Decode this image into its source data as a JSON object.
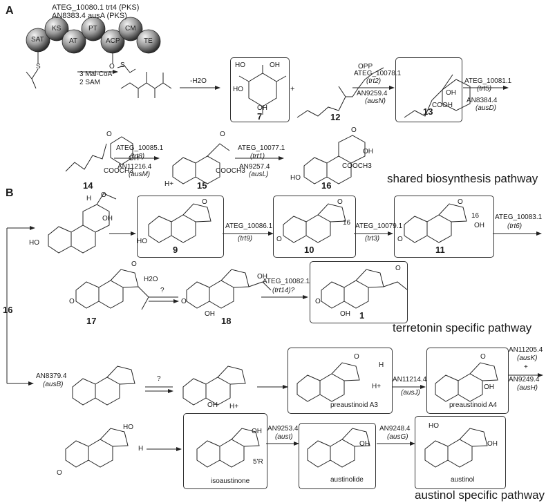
{
  "panels": {
    "a": "A",
    "b": "B"
  },
  "pks": {
    "gene_line1": "ATEG_10080.1 trt4 (PKS)",
    "gene_line2": "AN8383.4 ausA (PKS)",
    "domains": [
      "SAT",
      "KS",
      "AT",
      "PT",
      "ACP",
      "CM",
      "TE"
    ],
    "reagents": [
      "3 Mal-CoA",
      "2 SAM"
    ]
  },
  "steps": {
    "dehydration": "-H2O",
    "plus": "+",
    "opp": "OPP",
    "trt2": [
      "ATEG_10078.1",
      "(trt2)",
      "AN9259.4",
      "(ausN)"
    ],
    "trt5": [
      "ATEG_10081.1",
      "(trt5)",
      "AN8384.4",
      "(ausD)"
    ],
    "trt8": [
      "ATEG_10085.1",
      "(trt8)",
      "AN11216.4",
      "(ausM)"
    ],
    "trt1": [
      "ATEG_10077.1",
      "(trt1)",
      "AN9257.4",
      "(ausL)"
    ],
    "trt9": [
      "ATEG_10086.1",
      "(trt9)"
    ],
    "trt3": [
      "ATEG_10079.1",
      "(trt3)"
    ],
    "trt6": [
      "ATEG_10083.1",
      "(trt6)"
    ],
    "trt14": [
      "ATEG_10082.1",
      "(trt14)?"
    ],
    "ausB": [
      "AN8379.4",
      "(ausB)"
    ],
    "ausJ": [
      "AN11214.4",
      "(ausJ)"
    ],
    "ausK_H": [
      "AN11205.4",
      "(ausK)",
      "+",
      "AN9249.4",
      "(ausH)"
    ],
    "ausI": [
      "AN9253.4",
      "(ausI)"
    ],
    "ausG": [
      "AN9248.4",
      "(ausG)"
    ],
    "question": "?"
  },
  "compounds": {
    "c7": "7",
    "c12": "12",
    "c13": "13",
    "c14": "14",
    "c15": "15",
    "c16": "16",
    "c9": "9",
    "c10": "10",
    "c11": "11",
    "c17": "17",
    "c18": "18",
    "c1": "1",
    "branch": "16",
    "preaustinoidA3": "preaustinoid A3",
    "preaustinoidA4": "preaustinoid A4",
    "isoaustinone": "isoaustinone",
    "austinolide": "austinolide",
    "austinol": "austinol",
    "label_5R": "5'R",
    "label_16a": "16",
    "label_16b": "16"
  },
  "atoms": {
    "S": "S",
    "O": "O",
    "OH": "OH",
    "HO": "HO",
    "H": "H",
    "Hplus": "H+",
    "COOH": "COOH",
    "COOCH3": "COOCH3",
    "H2O": "H2O"
  },
  "pathways": {
    "shared": "shared biosynthesis pathway",
    "terretonin": "terretonin specific pathway",
    "austinol": "austinol specific pathway"
  },
  "colors": {
    "sphere_light": "#f2f2f2",
    "sphere_dark": "#3a3a3a",
    "line": "#222222",
    "box": "#333333"
  }
}
